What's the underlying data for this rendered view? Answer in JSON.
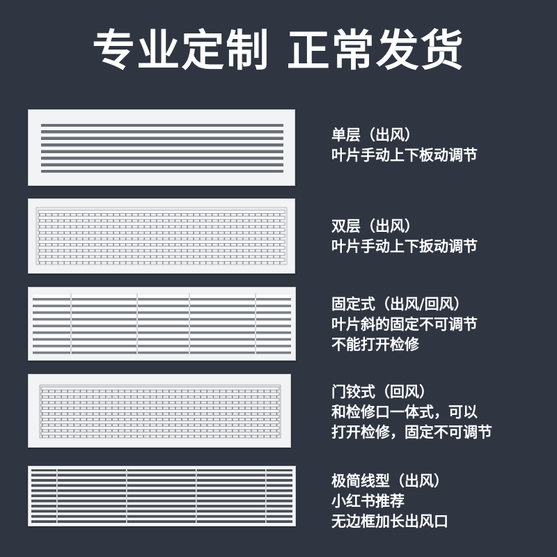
{
  "headline": "专业定制  正常发货",
  "products": [
    {
      "lines": [
        "单层（出风）",
        "叶片手动上下板动调节"
      ]
    },
    {
      "lines": [
        "双层（出风）",
        "叶片手动上下扳动调节"
      ]
    },
    {
      "lines": [
        "固定式（出风/回风）",
        "叶片斜的固定不可调节",
        "不能打开检修"
      ]
    },
    {
      "lines": [
        "门铰式（回风）",
        "和检修口一体式，可以",
        "打开检修，固定不可调节"
      ]
    },
    {
      "lines": [
        "极简线型（出风）",
        "小红书推荐",
        "无边框加长出风口"
      ]
    }
  ],
  "colors": {
    "background": "#2f3541",
    "frame": "#f2f3f4",
    "slot": "#5b6069"
  }
}
